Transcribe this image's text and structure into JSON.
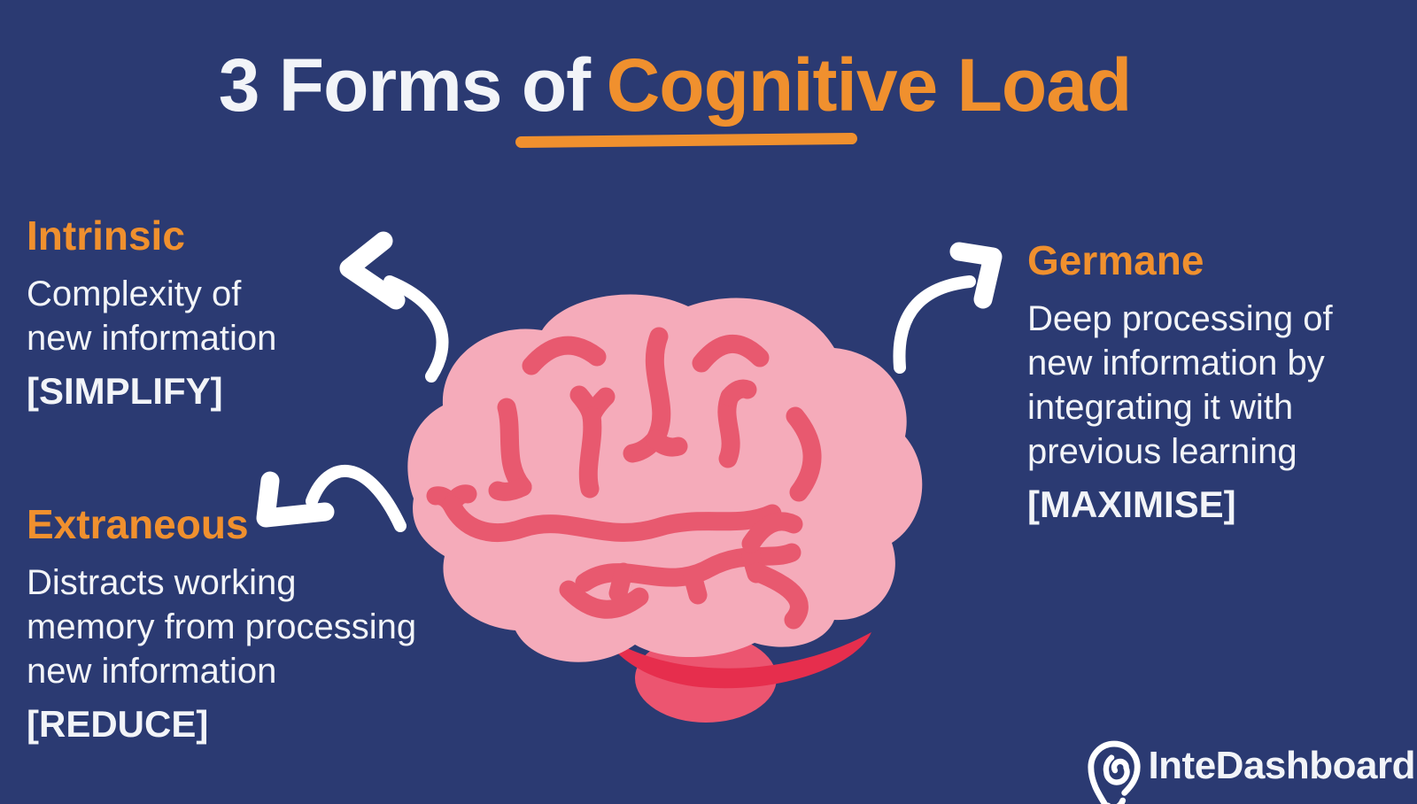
{
  "theme": {
    "bg": "#2b3a72",
    "orange": "#f0902e",
    "text": "#f2f4f8",
    "brain-pink": "#f5abba",
    "brain-line": "#e8596f",
    "brain-red": "#ec5570",
    "brain-red-dark": "#e62e4d"
  },
  "title": {
    "prefix": "3 Forms of",
    "highlight": "Cognitive Load"
  },
  "sections": [
    {
      "id": "intrinsic",
      "heading": "Intrinsic",
      "lines": [
        "Complexity of",
        "new information"
      ],
      "tag": "[SIMPLIFY]"
    },
    {
      "id": "extraneous",
      "heading": "Extraneous",
      "lines": [
        "Distracts working",
        "memory from processing",
        "new information"
      ],
      "tag": "[REDUCE]"
    },
    {
      "id": "germane",
      "heading": "Germane",
      "lines": [
        "Deep processing of",
        "new information by",
        "integrating it with",
        "previous learning"
      ],
      "tag": "[MAXIMISE]"
    }
  ],
  "illustration": {
    "name": "brain"
  },
  "logo": {
    "text": "InteDashboard"
  }
}
